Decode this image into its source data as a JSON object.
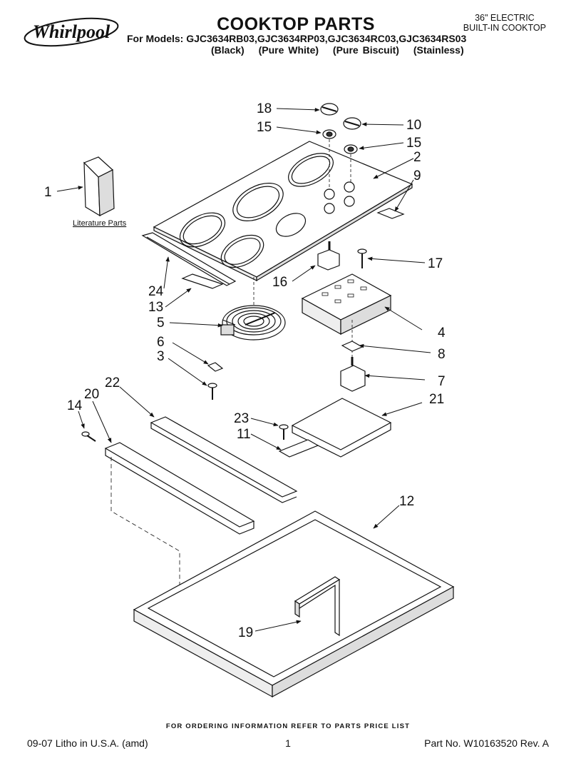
{
  "header": {
    "brand": "Whirlpool",
    "title": "COOKTOP PARTS",
    "models": "For Models: GJC3634RB03,GJC3634RP03,GJC3634RC03,GJC3634RS03",
    "finishes": [
      "(Black)",
      "(Pure White)",
      "(Pure Biscuit)",
      "(Stainless)"
    ],
    "type_line1": "36\" ELECTRIC",
    "type_line2": "BUILT-IN COOKTOP"
  },
  "diagram": {
    "literature_label": "Literature Parts",
    "callouts": {
      "c1": "1",
      "c2": "2",
      "c3": "3",
      "c4": "4",
      "c5": "5",
      "c6": "6",
      "c7": "7",
      "c8": "8",
      "c9": "9",
      "c10": "10",
      "c11": "11",
      "c12": "12",
      "c13": "13",
      "c14": "14",
      "c15a": "15",
      "c15b": "15",
      "c16": "16",
      "c17": "17",
      "c18": "18",
      "c19": "19",
      "c20": "20",
      "c21": "21",
      "c22": "22",
      "c23": "23",
      "c24": "24"
    }
  },
  "footer": {
    "order_note": "FOR ORDERING INFORMATION REFER TO PARTS PRICE LIST",
    "litho": "09-07 Litho in U.S.A. (amd)",
    "page_number": "1",
    "part_number": "Part No. W10163520 Rev. A"
  }
}
